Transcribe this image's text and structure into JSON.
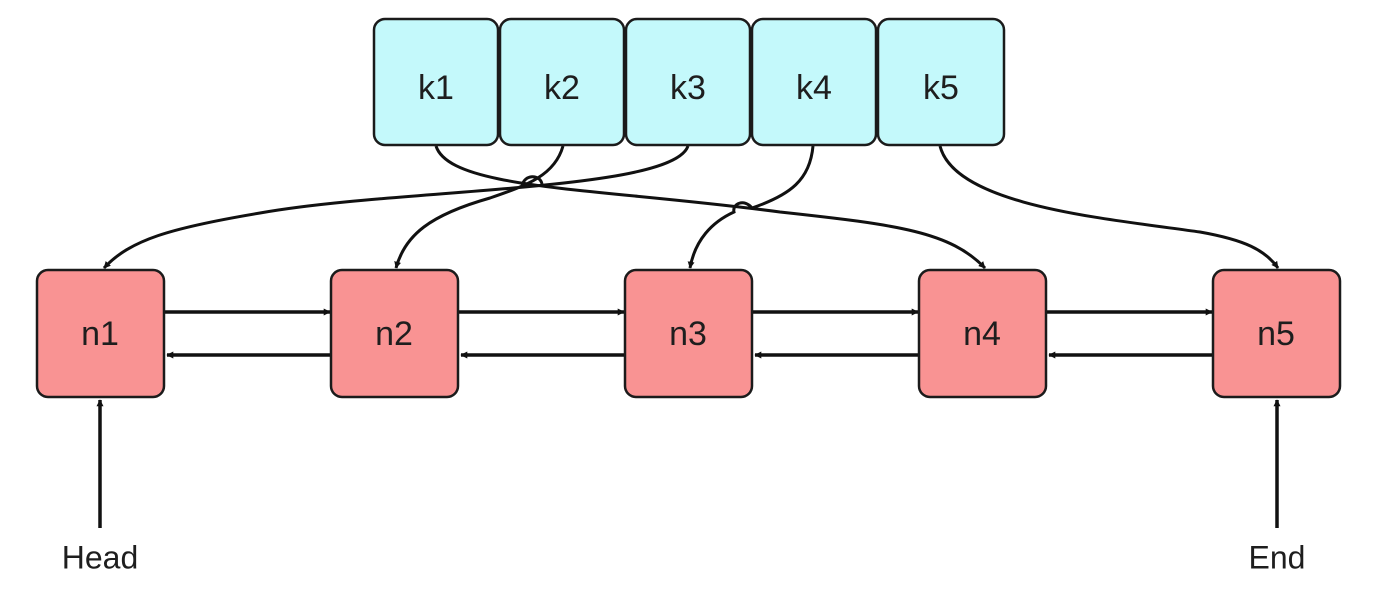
{
  "hash_table": {
    "keys": [
      "k1",
      "k2",
      "k3",
      "k4",
      "k5"
    ],
    "fill_color": "#c4f9fb"
  },
  "linked_list": {
    "nodes": [
      "n1",
      "n2",
      "n3",
      "n4",
      "n5"
    ],
    "fill_color": "#f99393",
    "head_label": "Head",
    "end_label": "End"
  },
  "mapping": [
    {
      "key": "k1",
      "node": "n4"
    },
    {
      "key": "k2",
      "node": "n2"
    },
    {
      "key": "k3",
      "node": "n1"
    },
    {
      "key": "k4",
      "node": "n3"
    },
    {
      "key": "k5",
      "node": "n5"
    }
  ]
}
